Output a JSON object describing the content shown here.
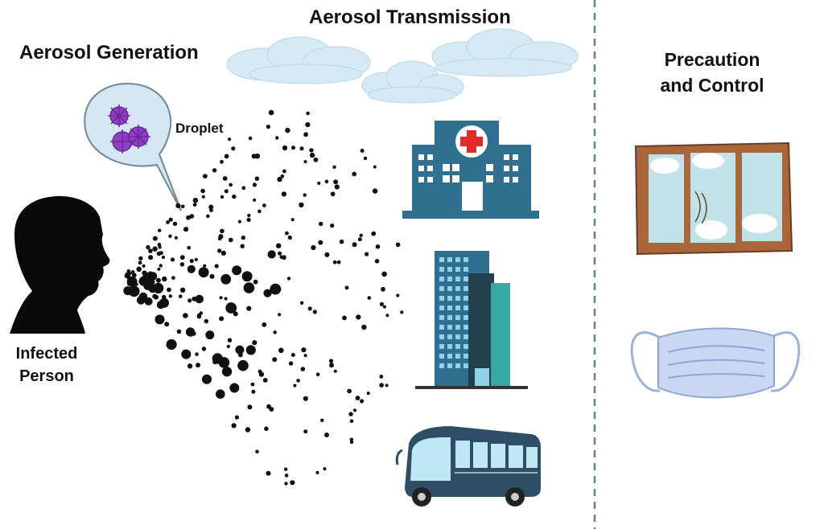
{
  "titles": {
    "generation": "Aerosol Generation",
    "transmission": "Aerosol Transmission",
    "precaution_line1": "Precaution",
    "precaution_line2": "and Control"
  },
  "labels": {
    "droplet": "Droplet",
    "infected_line1": "Infected",
    "infected_line2": "Person"
  },
  "icons": [
    "person-silhouette-icon",
    "virus-icon",
    "cloud-icon",
    "hospital-icon",
    "office-building-icon",
    "bus-icon",
    "window-icon",
    "face-mask-icon"
  ],
  "colors": {
    "virus": "#8e3fc4",
    "cloud": "#d9ecf7",
    "building": "#2f6f8f",
    "hospital_cross": "#e12a2a",
    "window_frame": "#a9663a",
    "mask": "#c9d7f2",
    "divider": "#5f7fa3"
  }
}
